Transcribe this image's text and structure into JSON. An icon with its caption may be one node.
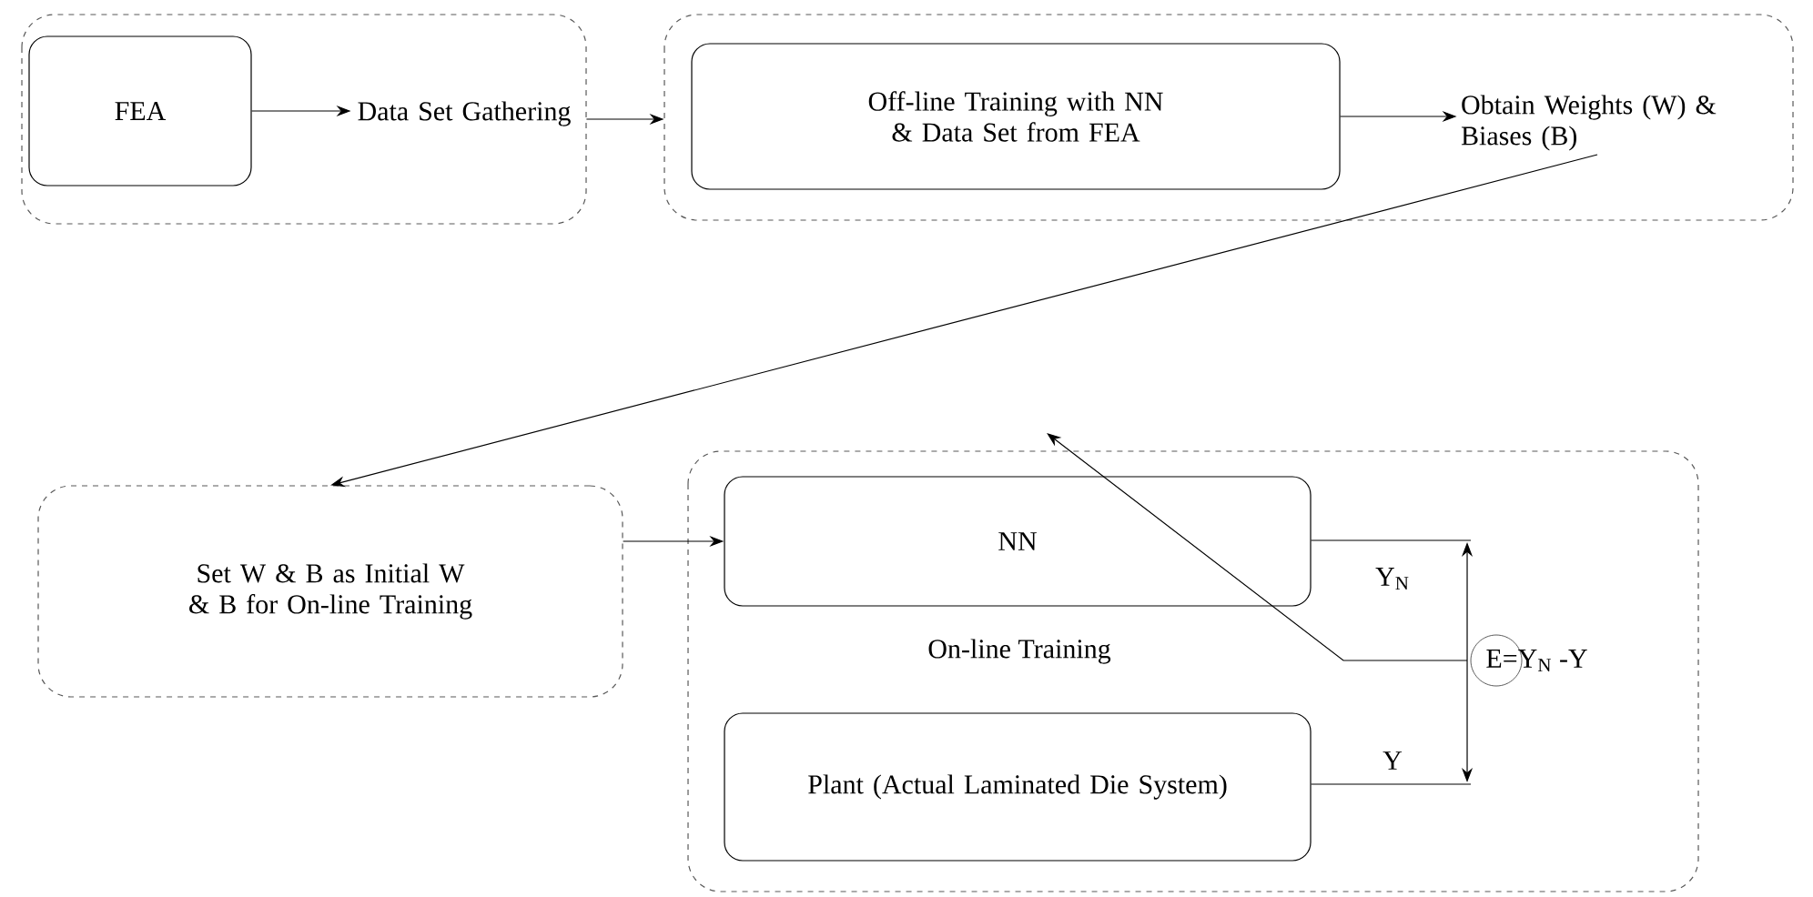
{
  "diagram": {
    "nodes": [
      {
        "text": [],
        "shape": "box"
      },
      {
        "text": [
          "FEA"
        ],
        "in": 0
      },
      {
        "text": [
          "Data Set Gathering"
        ],
        "in": 0
      },
      {
        "text": [],
        "shape": "box"
      },
      {
        "text": [
          "Off-line Training with NN & Data Set from FEA"
        ],
        "in": 3
      },
      {
        "text": [
          "Obtain Weights (W) & Biases (B)"
        ],
        "in": 3
      },
      {
        "text": [
          "Set W & B as Initial W & B for On-line Training"
        ]
      },
      {
        "text": [
          "On-line Training"
        ]
      },
      {
        "text": [
          "NN"
        ],
        "in": 7
      },
      {
        "text": [
          "Plant (Actual Laminated Die System)"
        ],
        "in": 7
      },
      {
        "text": [
          "E=Y$_{N}$ -Y"
        ],
        "in": 7
      }
    ],
    "edges": [
      {
        "from": 1,
        "to": 2,
        "arrow": "to"
      },
      {
        "from": 0,
        "to": 3,
        "arrow": "to"
      },
      {
        "from": 4,
        "to": 5,
        "arrow": "to"
      },
      {
        "from": 5,
        "to": 6,
        "arrow": "to"
      },
      {
        "from": 6,
        "to": 8,
        "arrow": "to"
      },
      {
        "from": 8,
        "to": null,
        "arrow": "none",
        "label": "Y$_{N}$"
      },
      {
        "from": 9,
        "to": null,
        "arrow": "none",
        "label": "Y"
      },
      {
        "from": 10,
        "to": null,
        "arrow": "to"
      },
      {
        "from": 10,
        "to": null,
        "arrow": "to"
      },
      {
        "from": 10,
        "to": null,
        "arrow": "to"
      }
    ]
  }
}
